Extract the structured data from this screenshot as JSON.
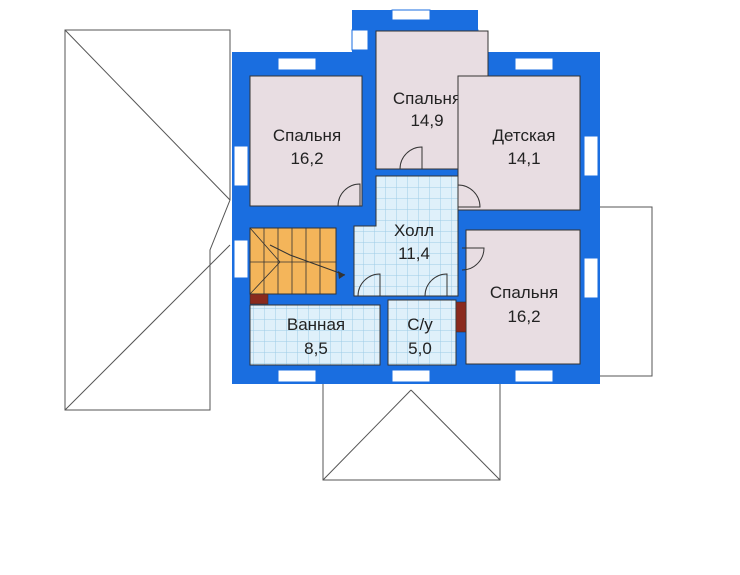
{
  "plan": {
    "rooms": [
      {
        "id": "bedroom-1",
        "name": "Спальня",
        "area": "16,2"
      },
      {
        "id": "bedroom-2",
        "name": "Спальня",
        "area": "14,9"
      },
      {
        "id": "kids-room",
        "name": "Детская",
        "area": "14,1"
      },
      {
        "id": "hall",
        "name": "Холл",
        "area": "11,4"
      },
      {
        "id": "bedroom-3",
        "name": "Спальня",
        "area": "16,2"
      },
      {
        "id": "bathroom",
        "name": "Ванная",
        "area": "8,5"
      },
      {
        "id": "wc",
        "name": "С/у",
        "area": "5,0"
      }
    ],
    "colors": {
      "wall": "#1a6ee0",
      "room_fill": "#e8dde2",
      "tile_fill": "#dff0fa",
      "tile_line": "#9ecbe6",
      "stair": "#f4b55a",
      "roof_line": "#555555",
      "brick": "#8a2a1e"
    }
  }
}
